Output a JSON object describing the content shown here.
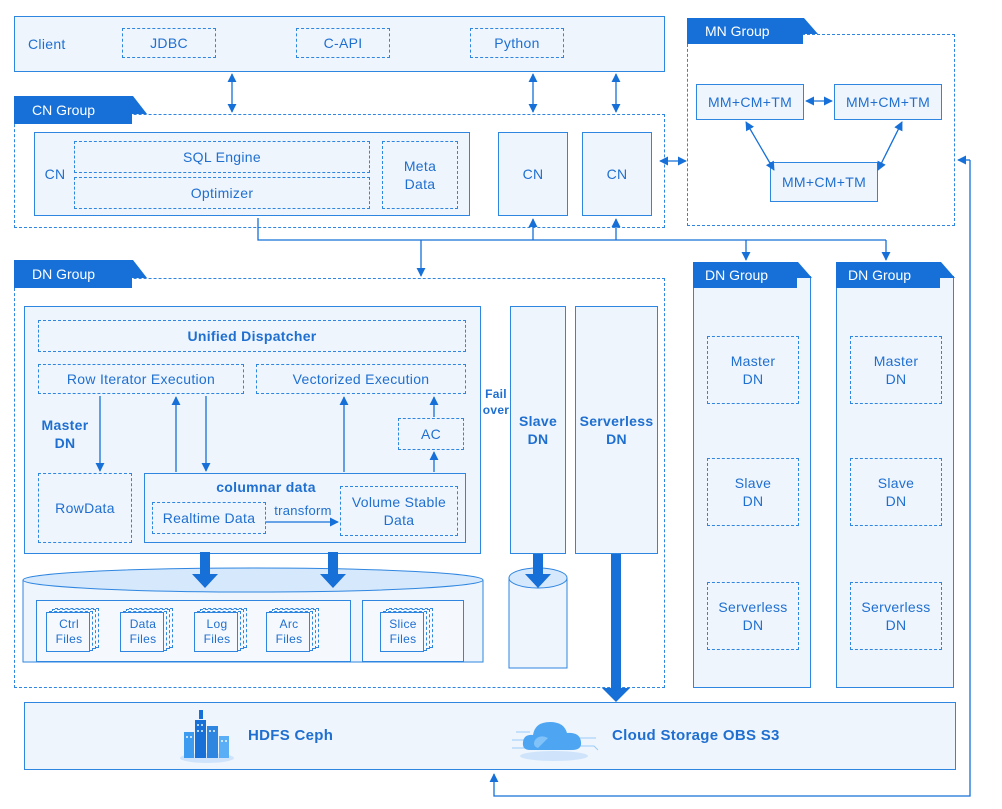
{
  "client": {
    "label": "Client",
    "jdbc": "JDBC",
    "capi": "C-API",
    "python": "Python"
  },
  "cn_group": {
    "tab": "CN Group",
    "cn_label": "CN",
    "sql_engine": "SQL Engine",
    "optimizer": "Optimizer",
    "meta_data": "Meta\nData",
    "cn_a": "CN",
    "cn_b": "CN"
  },
  "mn_group": {
    "tab": "MN Group",
    "node_label": "MM+CM+TM"
  },
  "dn_group": {
    "tab": "DN Group",
    "unified_dispatcher": "Unified Dispatcher",
    "row_iterator": "Row Iterator Execution",
    "vectorized": "Vectorized Execution",
    "master_dn": "Master\nDN",
    "ac": "AC",
    "rowdata": "RowData",
    "columnar": "columnar data",
    "realtime": "Realtime Data",
    "transform": "transform",
    "volume_stable": "Volume Stable\nData",
    "failover": "Fail\nover",
    "slave_dn": "Slave\nDN",
    "serverless_dn": "Serverless\nDN",
    "files": [
      "Ctrl\nFiles",
      "Data\nFiles",
      "Log\nFiles",
      "Arc\nFiles"
    ],
    "slice_files": "Slice\nFiles"
  },
  "side_groups": [
    {
      "tab": "DN Group",
      "master": "Master\nDN",
      "slave": "Slave\nDN",
      "serverless": "Serverless\nDN"
    },
    {
      "tab": "DN Group",
      "master": "Master\nDN",
      "slave": "Slave\nDN",
      "serverless": "Serverless\nDN"
    }
  ],
  "storage": {
    "hdfs": "HDFS Ceph",
    "cloud": "Cloud Storage OBS S3"
  },
  "colors": {
    "accent": "#1670d8",
    "line": "#2f86e0",
    "fill": "#eef5fd",
    "arrow": "#1670d8"
  }
}
